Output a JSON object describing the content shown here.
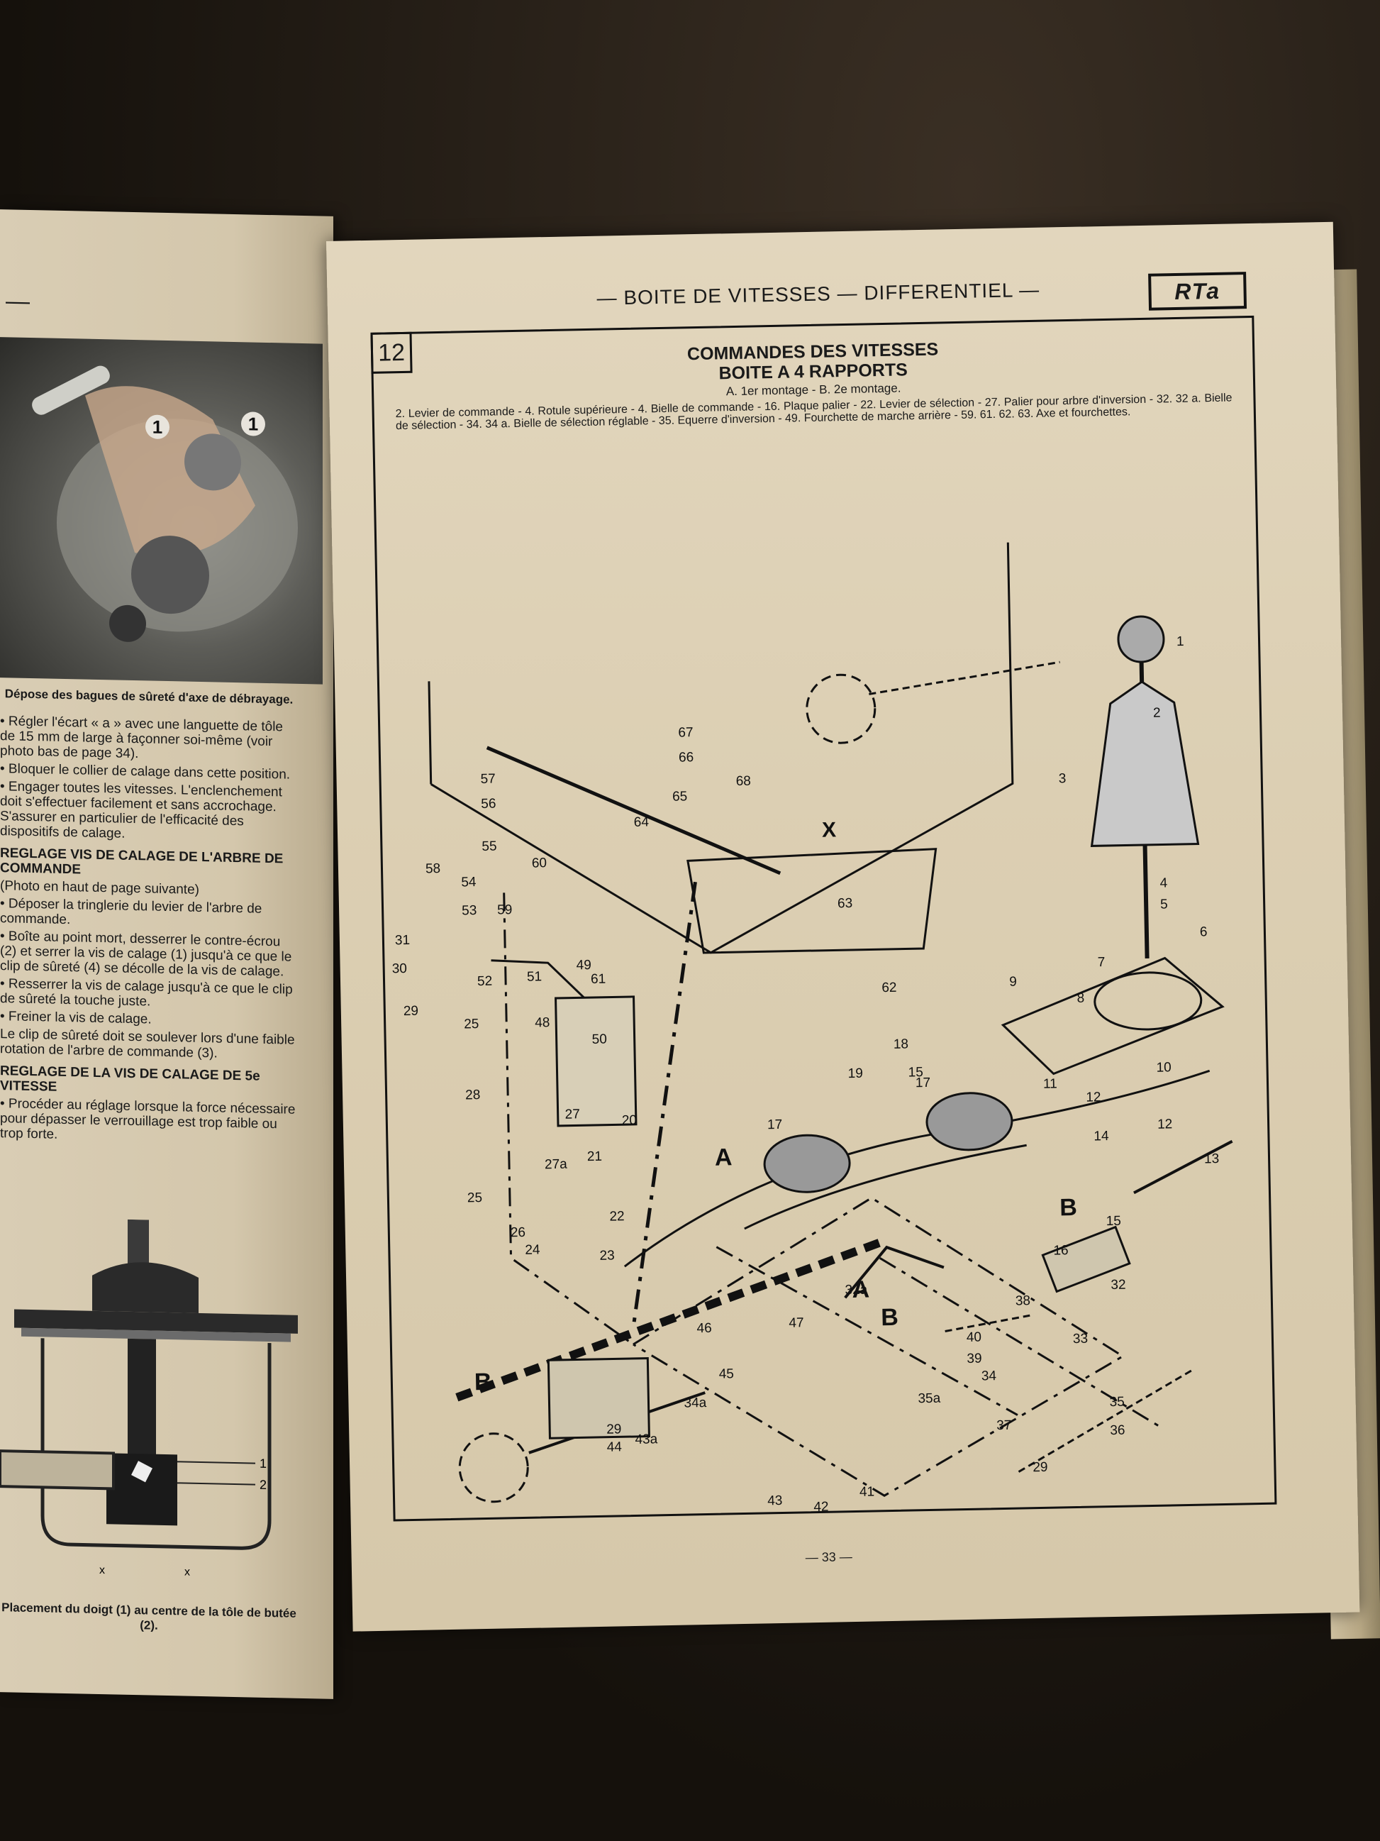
{
  "left_page": {
    "header_dash": "—",
    "photo_labels": [
      "1",
      "1"
    ],
    "photo_caption": "Dépose des bagues de sûreté d'axe de débrayage.",
    "paragraphs": [
      "• Régler l'écart « a » avec une languette de tôle de 15 mm de large à façonner soi-même (voir photo bas de page 34).",
      "• Bloquer le collier de calage dans cette position.",
      "• Engager toutes les vitesses. L'enclenchement doit s'effectuer facilement et sans accrochage. S'assurer en particulier de l'efficacité des dispositifs de calage."
    ],
    "section1_title": "REGLAGE VIS DE CALAGE DE L'ARBRE DE COMMANDE",
    "section1_note": "(Photo en haut de page suivante)",
    "section1_paragraphs": [
      "• Déposer la tringlerie du levier de l'arbre de commande.",
      "• Boîte au point mort, desserrer le contre-écrou (2) et serrer la vis de calage (1) jusqu'à ce que le clip de sûreté (4) se décolle de la vis de calage.",
      "• Resserrer la vis de calage jusqu'à ce que le clip de sûreté la touche juste.",
      "• Freiner la vis de calage.",
      "Le clip de sûreté doit se soulever lors d'une faible rotation de l'arbre de commande (3)."
    ],
    "section2_title": "REGLAGE DE LA VIS DE CALAGE DE 5e VITESSE",
    "section2_paragraphs": [
      "• Procéder au réglage lorsque la force nécessaire pour dépasser le verrouillage est trop faible ou trop forte."
    ],
    "figure_labels": [
      "1",
      "2",
      "x",
      "x"
    ],
    "figure_caption": "Placement du doigt (1) au centre de la tôle de butée (2)."
  },
  "right_page": {
    "header": "— BOITE DE VITESSES — DIFFERENTIEL —",
    "logo": "RTa",
    "figure_number": "12",
    "title_line1": "COMMANDES DES VITESSES",
    "title_line2": "BOITE A 4 RAPPORTS",
    "subtitle": "A. 1er montage - B. 2e montage.",
    "legend": "2. Levier de commande - 4. Rotule supérieure - 4. Bielle de commande - 16. Plaque palier - 22. Levier de sélection - 27. Palier pour arbre d'inversion - 32. 32 a. Bielle de sélection - 34. 34 a. Bielle de sélection réglable - 35. Equerre d'inversion - 49. Fourchette de marche arrière - 59. 61. 62. 63. Axe et fourchettes.",
    "page_number": "— 33 —",
    "part_labels": {
      "p1": "1",
      "p2": "2",
      "p3": "3",
      "p4": "4",
      "p5": "5",
      "p6": "6",
      "p7": "7",
      "p8": "8",
      "p9": "9",
      "p10": "10",
      "p11": "11",
      "p12": "12",
      "p13": "13",
      "p14": "14",
      "p15": "15",
      "p16": "16",
      "p17": "17",
      "p18": "18",
      "p19": "19",
      "p20": "20",
      "p21": "21",
      "p22": "22",
      "p23": "23",
      "p24": "24",
      "p25": "25",
      "p26": "26",
      "p27": "27",
      "p27a": "27a",
      "p28": "28",
      "p29": "29",
      "p30": "30",
      "p31": "31",
      "p32": "32",
      "p32a": "32a",
      "p33": "33",
      "p34": "34",
      "p34a": "34a",
      "p35": "35",
      "p35a": "35a",
      "p36": "36",
      "p37": "37",
      "p38": "38",
      "p39": "39",
      "p40": "40",
      "p41": "41",
      "p42": "42",
      "p43": "43",
      "p43a": "43a",
      "p44": "44",
      "p45": "45",
      "p46": "46",
      "p47": "47",
      "p48": "48",
      "p49": "49",
      "p50": "50",
      "p51": "51",
      "p52": "52",
      "p53": "53",
      "p54": "54",
      "p55": "55",
      "p56": "56",
      "p57": "57",
      "p58": "58",
      "p59": "59",
      "p60": "60",
      "p61": "61",
      "p62": "62",
      "p63": "63",
      "p64": "64",
      "p65": "65",
      "p66": "66",
      "p67": "67",
      "p68": "68",
      "A": "A",
      "B": "B",
      "X": "X"
    }
  }
}
